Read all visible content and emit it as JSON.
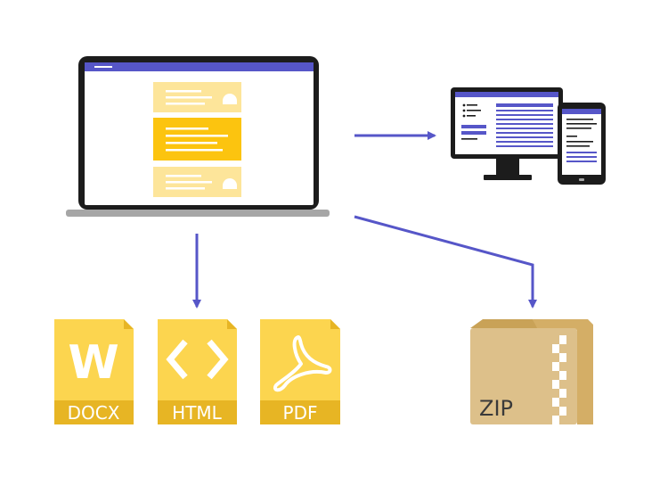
{
  "labels": {
    "docx": "DOCX",
    "html": "HTML",
    "pdf": "PDF",
    "zip": "ZIP",
    "word_glyph": "W"
  },
  "icons": {
    "laptop": "laptop-icon",
    "devices": "desktop-and-phone-icon",
    "docx": "docx-file-icon",
    "html": "html-file-icon",
    "pdf": "pdf-file-icon",
    "zip": "zip-folder-icon"
  },
  "colors": {
    "accent": "#5656c8",
    "frame": "#1c1c1c",
    "yellow": "#fcd54f",
    "yellow_light": "#fde59a",
    "gold_band": "#e7b524",
    "folder": "#ddc08a",
    "folder_dark": "#c9a257",
    "gray": "#a6a6a6"
  }
}
